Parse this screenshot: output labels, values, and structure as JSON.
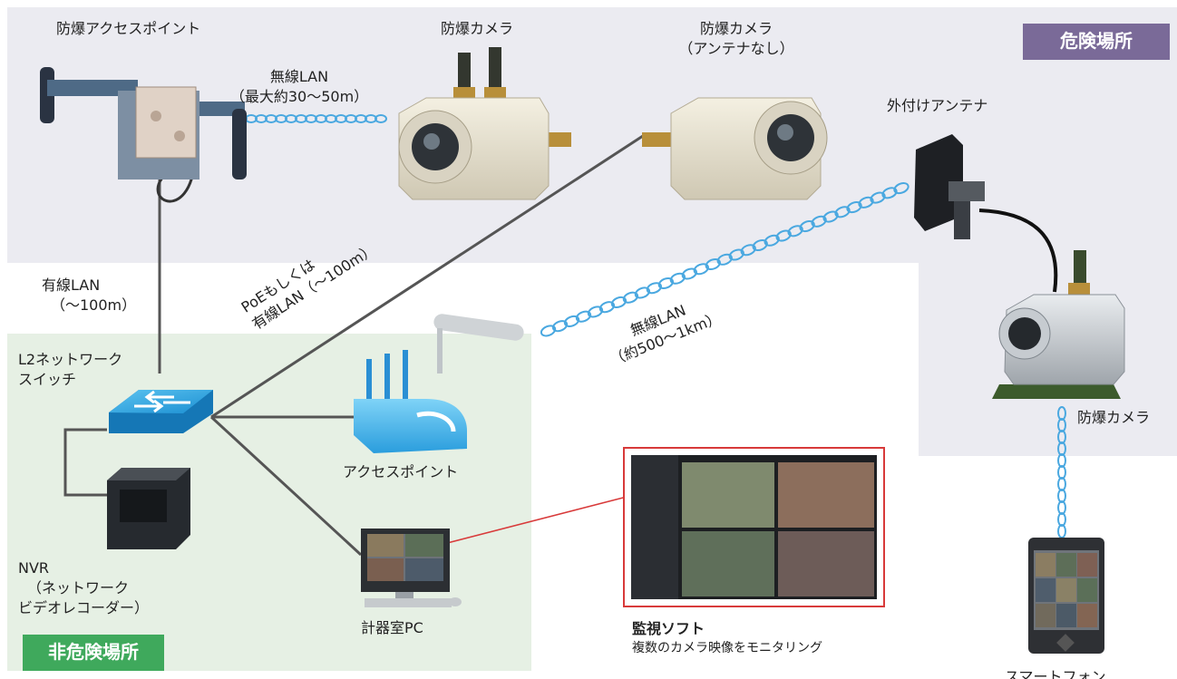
{
  "zones": {
    "hazardous": "危険場所",
    "non_hazardous": "非危険場所"
  },
  "devices": {
    "explosion_proof_ap": "防爆アクセスポイント",
    "camera_1": "防爆カメラ",
    "camera_2_line1": "防爆カメラ",
    "camera_2_line2": "（アンテナなし）",
    "external_antenna": "外付けアンテナ",
    "camera_3": "防爆カメラ",
    "smartphone": "スマートフォン",
    "l2_switch_line1": "L2ネットワーク",
    "l2_switch_line2": "スイッチ",
    "nvr_line1": "NVR",
    "nvr_line2": "（ネットワーク",
    "nvr_line3": "ビデオレコーダー）",
    "access_point": "アクセスポイント",
    "control_pc": "計器室PC"
  },
  "links": {
    "wireless_short_line1": "無線LAN",
    "wireless_short_line2": "（最大約30〜50m）",
    "wired_line1": "有線LAN",
    "wired_line2": "（〜100m）",
    "poe_line1": "PoEもしくは",
    "poe_line2": "有線LAN（〜100m）",
    "wireless_long_line1": "無線LAN",
    "wireless_long_line2": "（約500〜1km）"
  },
  "monitoring": {
    "title": "監視ソフト",
    "subtitle": "複数のカメラ映像をモニタリング"
  },
  "colors": {
    "hazard_zone_bg": "#ebebf1",
    "hazard_tag": "#7a6a98",
    "safe_zone_bg": "#e6f0e4",
    "safe_tag": "#3fa95c",
    "wireless_link": "#4aa8e0",
    "callout_line": "#d83a3a"
  }
}
